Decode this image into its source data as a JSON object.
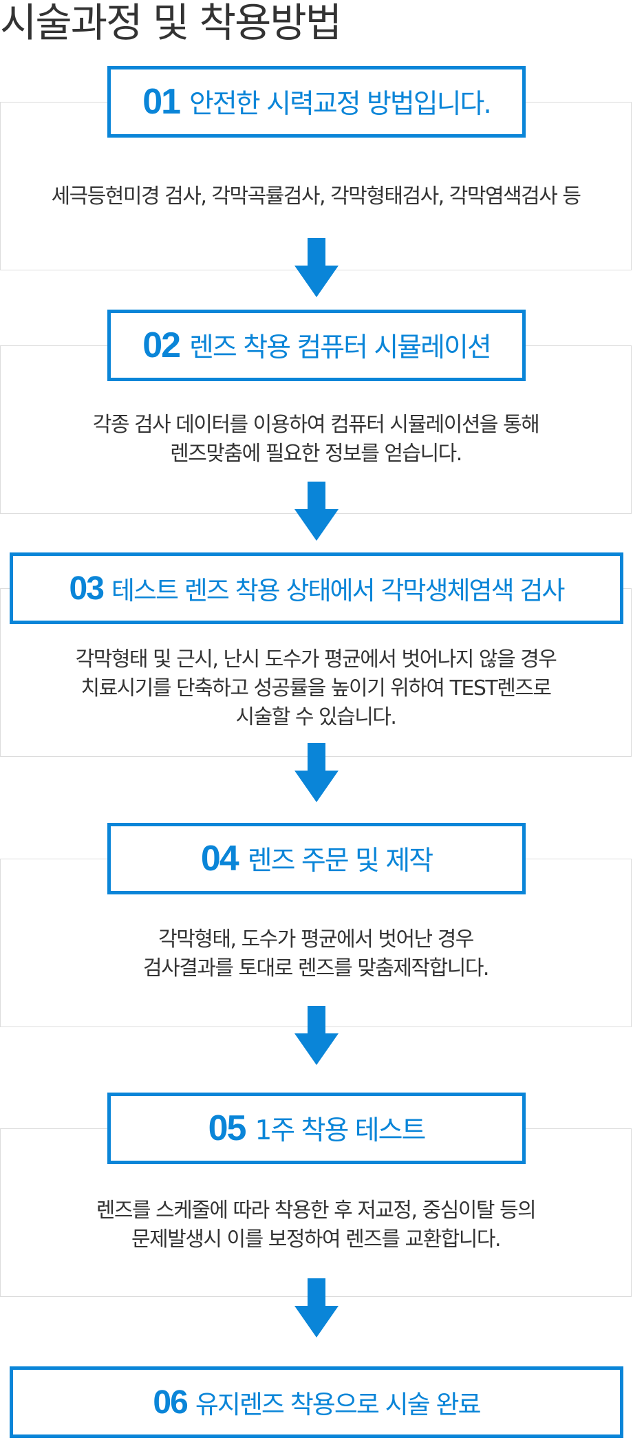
{
  "page": {
    "title": "시술과정 및 착용방법",
    "accent_color": "#0a85d8",
    "arrow_icon": "arrow-down-icon"
  },
  "steps": [
    {
      "number": "01",
      "title": "안전한 시력교정 방법입니다.",
      "description": "세극등현미경 검사, 각막곡률검사, 각막형태검사, 각막염색검사 등"
    },
    {
      "number": "02",
      "title": "렌즈 착용 컴퓨터 시뮬레이션",
      "description": "각종 검사 데이터를 이용하여 컴퓨터 시뮬레이션을 통해\n렌즈맞춤에 필요한 정보를 얻습니다."
    },
    {
      "number": "03",
      "title": "테스트 렌즈 착용 상태에서 각막생체염색 검사",
      "description": "각막형태 및 근시, 난시 도수가 평균에서 벗어나지 않을 경우\n치료시기를 단축하고 성공률을 높이기 위하여 TEST렌즈로\n시술할 수 있습니다."
    },
    {
      "number": "04",
      "title": "렌즈 주문 및 제작",
      "description": "각막형태, 도수가 평균에서 벗어난 경우\n검사결과를 토대로 렌즈를 맞춤제작합니다."
    },
    {
      "number": "05",
      "title": "1주 착용 테스트",
      "description": "렌즈를 스케줄에 따라 착용한 후 저교정, 중심이탈 등의\n문제발생시 이를 보정하여 렌즈를 교환합니다."
    },
    {
      "number": "06",
      "title": "유지렌즈 착용으로 시술 완료"
    }
  ]
}
